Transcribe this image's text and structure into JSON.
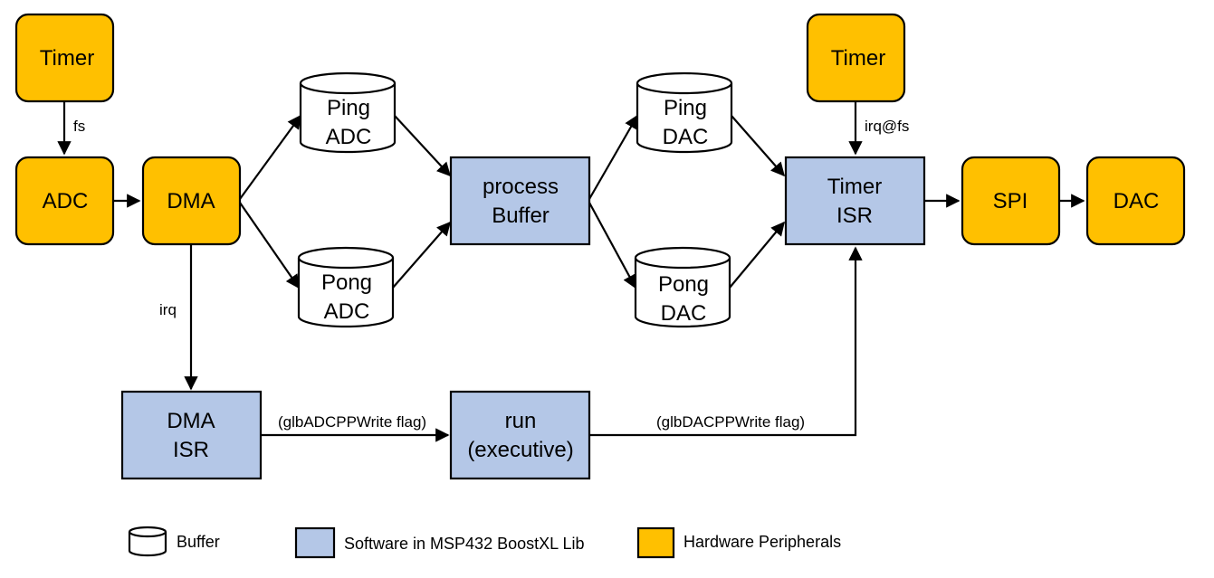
{
  "colors": {
    "hardware": "#FFC000",
    "software": "#B4C7E7",
    "buffer": "#FFFFFF"
  },
  "nodes": {
    "timer_left": {
      "lines": [
        "Timer"
      ]
    },
    "adc": {
      "lines": [
        "ADC"
      ]
    },
    "dma": {
      "lines": [
        "DMA"
      ]
    },
    "dma_isr": {
      "lines": [
        "DMA",
        "ISR"
      ]
    },
    "ping_adc": {
      "lines": [
        "Ping",
        "ADC"
      ]
    },
    "pong_adc": {
      "lines": [
        "Pong",
        "ADC"
      ]
    },
    "process_buffer": {
      "lines": [
        "process",
        "Buffer"
      ]
    },
    "run_executive": {
      "lines": [
        "run",
        "(executive)"
      ]
    },
    "ping_dac": {
      "lines": [
        "Ping",
        "DAC"
      ]
    },
    "pong_dac": {
      "lines": [
        "Pong",
        "DAC"
      ]
    },
    "timer_right": {
      "lines": [
        "Timer"
      ]
    },
    "timer_isr": {
      "lines": [
        "Timer",
        "ISR"
      ]
    },
    "spi": {
      "lines": [
        "SPI"
      ]
    },
    "dac": {
      "lines": [
        "DAC"
      ]
    }
  },
  "edges": {
    "timer_to_adc": "fs",
    "dma_to_dma_isr": "irq",
    "dma_isr_to_run": "(glbADCPPWrite flag)",
    "run_to_timer_isr": "(glbDACPPWrite flag)",
    "timer_to_timer_isr": "irq@fs"
  },
  "legend": {
    "buffer": "Buffer",
    "software": "Software in MSP432 BoostXL Lib",
    "hardware": "Hardware Peripherals"
  }
}
